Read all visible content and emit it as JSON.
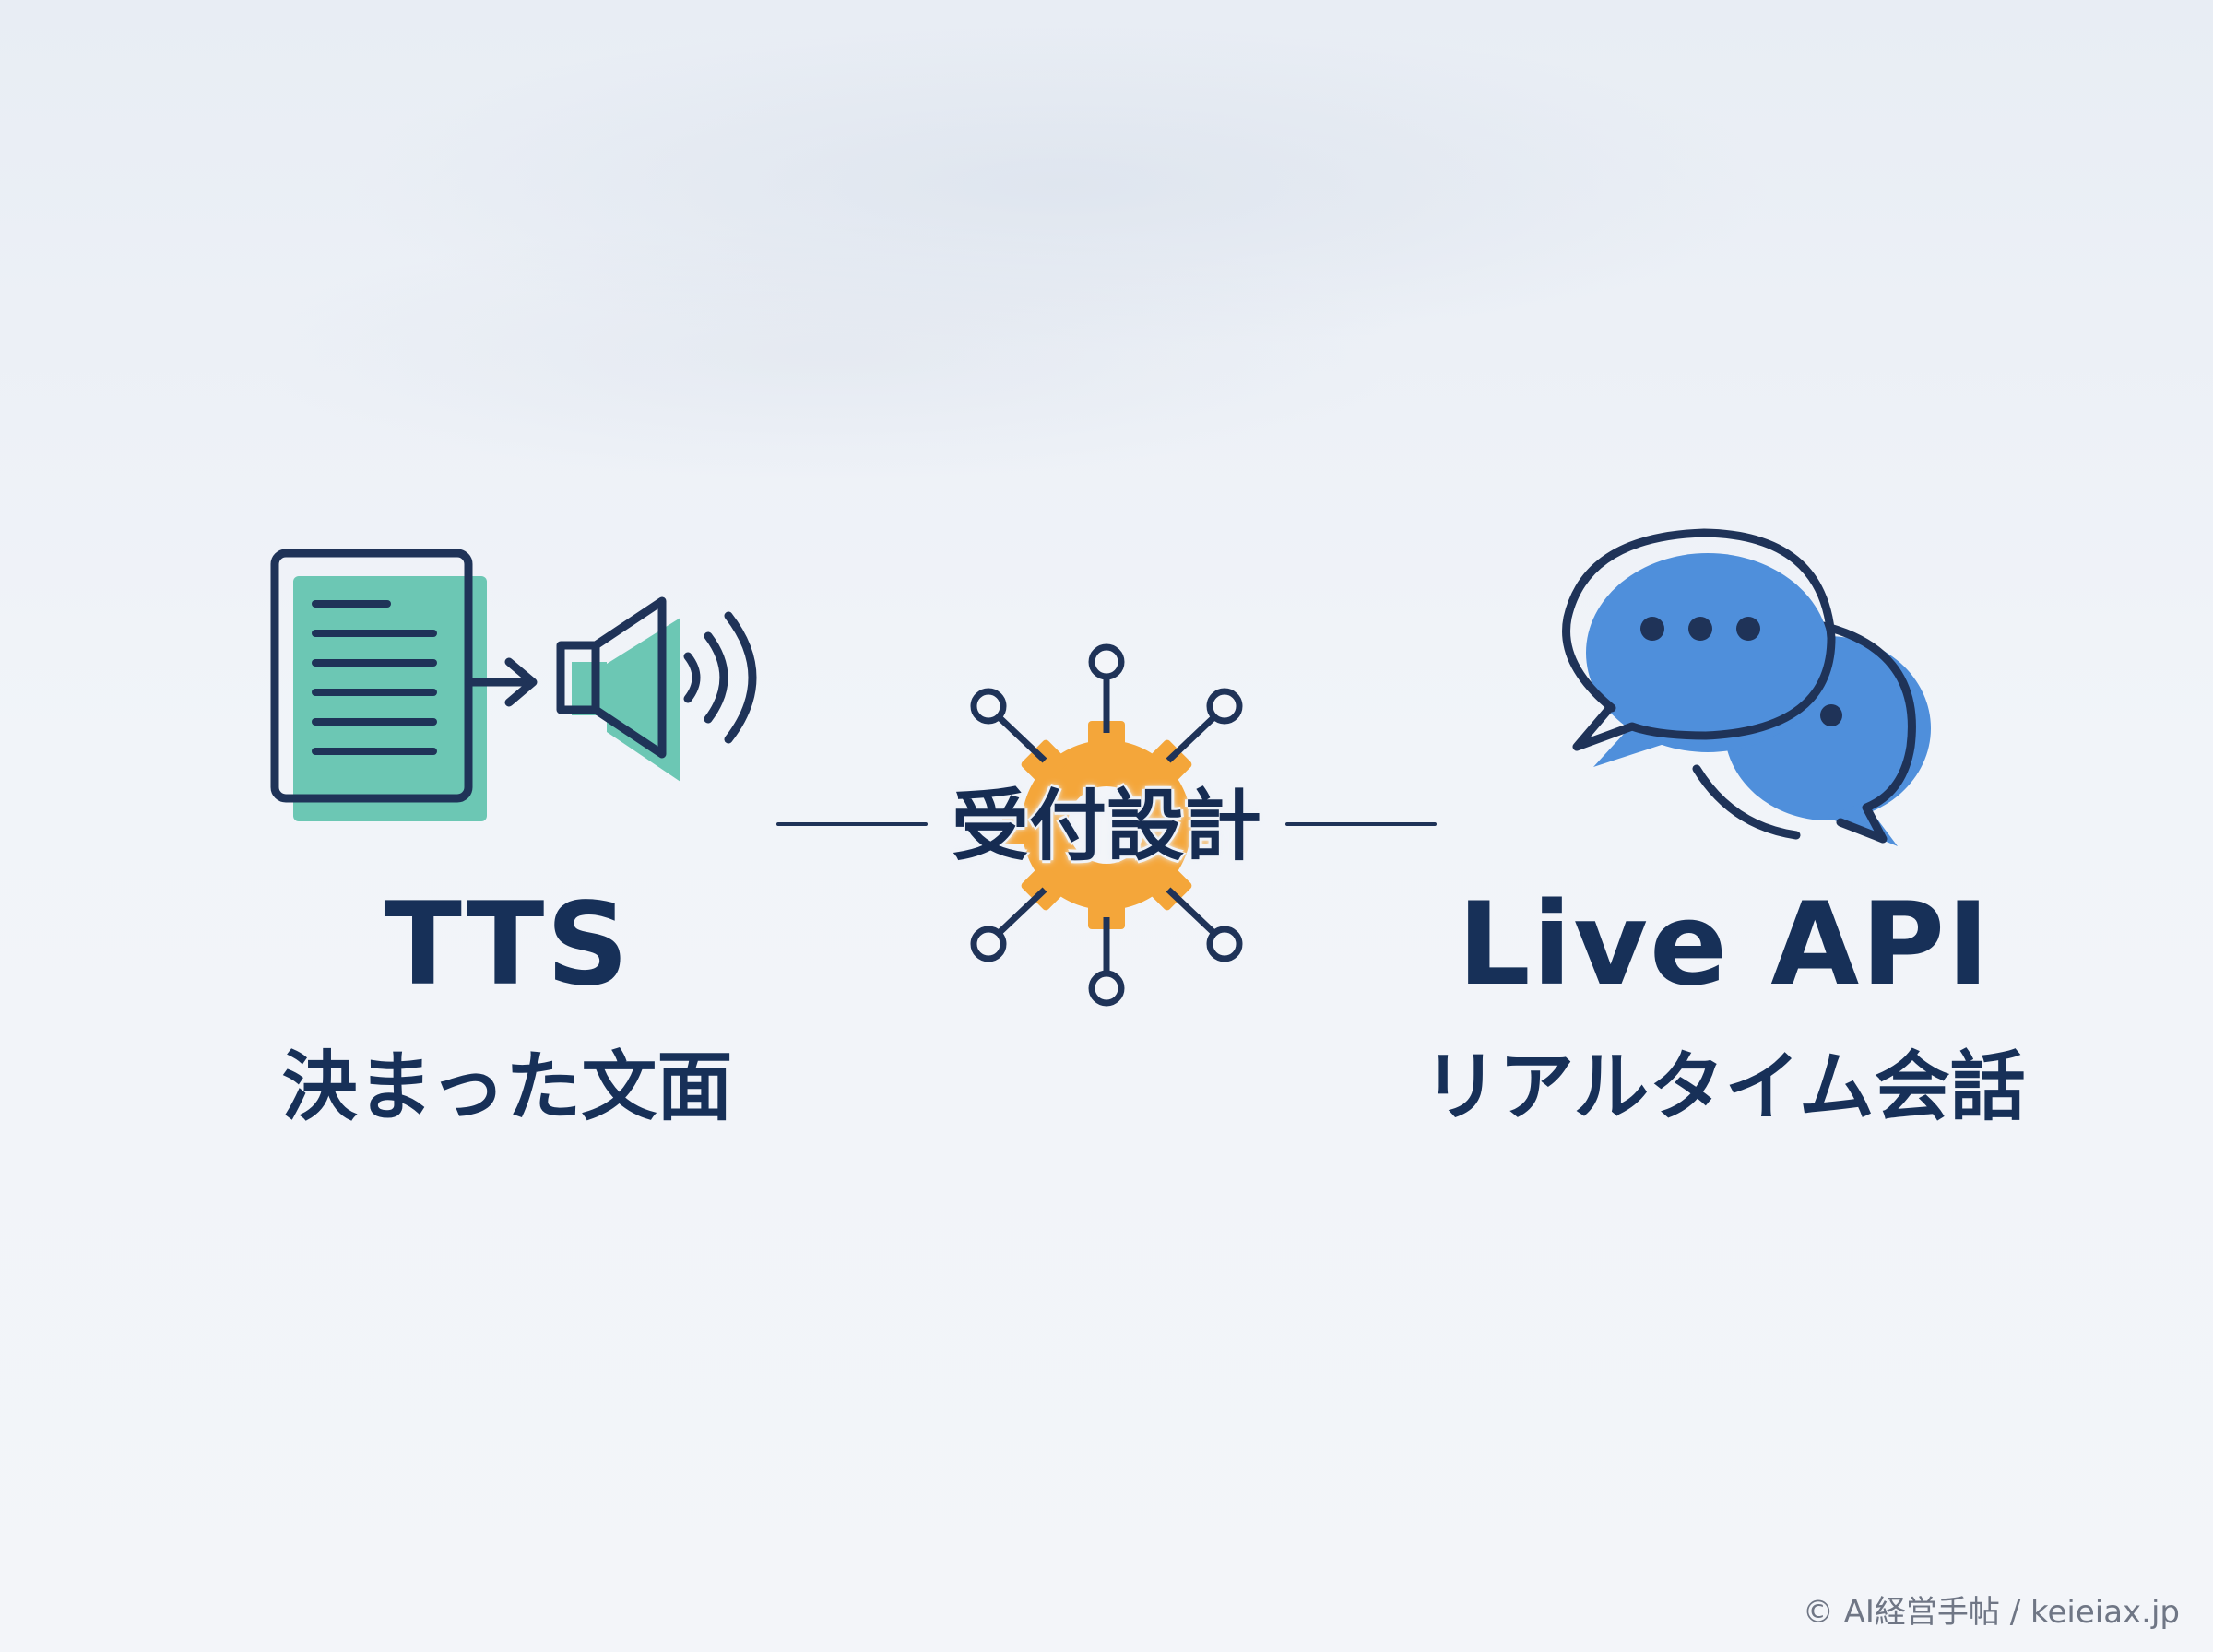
{
  "left": {
    "title": "TTS",
    "subtitle": "決まった文面",
    "icon": "document-to-speaker-icon"
  },
  "center": {
    "label": "受付設計",
    "icon": "gear-network-icon"
  },
  "right": {
    "title": "Live API",
    "subtitle": "リアルタイム会話",
    "icon": "chat-bubbles-icon"
  },
  "footer": {
    "credit": "© AI経営手帖 / keieiax.jp"
  },
  "colors": {
    "navy": "#1f3358",
    "teal": "#6cc7b4",
    "orange": "#f4a63a",
    "blue": "#4f8fdb"
  }
}
